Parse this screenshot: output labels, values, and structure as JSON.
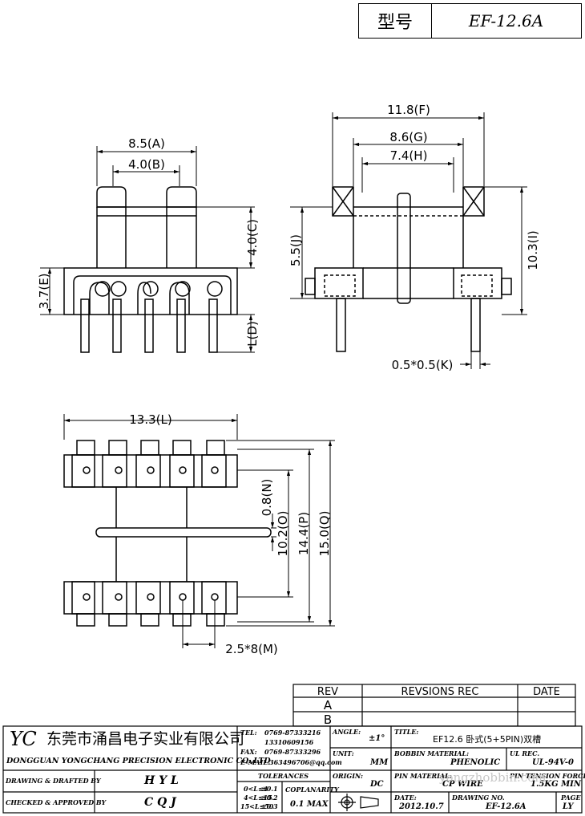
{
  "header": {
    "model_label": "型号",
    "model_value": "EF-12.6A"
  },
  "dimensions": {
    "A": "8.5(A)",
    "B": "4.0(B)",
    "C": "4.0(C)",
    "D": "L(D)",
    "E": "3.7(E)",
    "F": "11.8(F)",
    "G": "8.6(G)",
    "H": "7.4(H)",
    "I": "10.3(I)",
    "J": "5.5(J)",
    "K": "0.5*0.5(K)",
    "L": "13.3(L)",
    "M": "2.5*8(M)",
    "N": "0.8(N)",
    "O": "10.2(O)",
    "P": "14.4(P)",
    "Q": "15.0(Q)"
  },
  "revision_table": {
    "rev_header": "REV",
    "recs_header": "REVSIONS REC",
    "date_header": "DATE",
    "rows": [
      "A",
      "B"
    ]
  },
  "title_block": {
    "logo": "YC",
    "company_cn": "东莞市涌昌电子实业有限公司",
    "company_en": "DONGGUAN YONGCHANG PRECISION ELECTRONIC CO.,LTD",
    "tel_label": "TEL:",
    "tel_1": "0769-87333216",
    "tel_2": "13310609156",
    "fax_label": "FAX:",
    "fax": "0769-87333296",
    "email_label": "E-MAIL:",
    "email": "363496706@qq.com",
    "angle_label": "ANGLE:",
    "angle": "±1°",
    "unit_label": "UNIT:",
    "unit": "MM",
    "origin_label": "ORIGIN:",
    "origin": "DC",
    "title_label": "TITLE:",
    "title": "EF12.6 卧式(5+5PIN)双槽",
    "bobbin_label": "BOBBIN MATERIAL:",
    "bobbin": "PHENOLIC",
    "ul_label": "UL REC.",
    "ul": "UL-94V-0",
    "pin_label": "PIN MATERIAL:",
    "pin": "CP WIRE",
    "tension_label": "PIN TENSION FORCE",
    "tension": "1.5KG MIN",
    "date_label": "DATE:",
    "date": "2012.10.7",
    "drawing_label": "DRAWING NO.",
    "drawing": "EF-12.6A",
    "page_label": "PAGE",
    "page": "LY",
    "drawn_label": "DRAWING & DRAFTED BY",
    "drawn": "H Y L",
    "checked_label": "CHECKED & APPROVED BY",
    "checked": "C Q J",
    "tol_label": "TOLERANCES",
    "tol_1_range": "0<L≤4",
    "tol_1_val": "±0.1",
    "tol_2_range": "4<L≤15",
    "tol_2_val": "±0.2",
    "tol_3_range": "15<L≤50",
    "tol_3_val": "±0.3",
    "coplanarity_label": "COPLANARITY",
    "coplanarity": "0.1 MAX",
    "watermark": "yongzhobbin.com"
  }
}
